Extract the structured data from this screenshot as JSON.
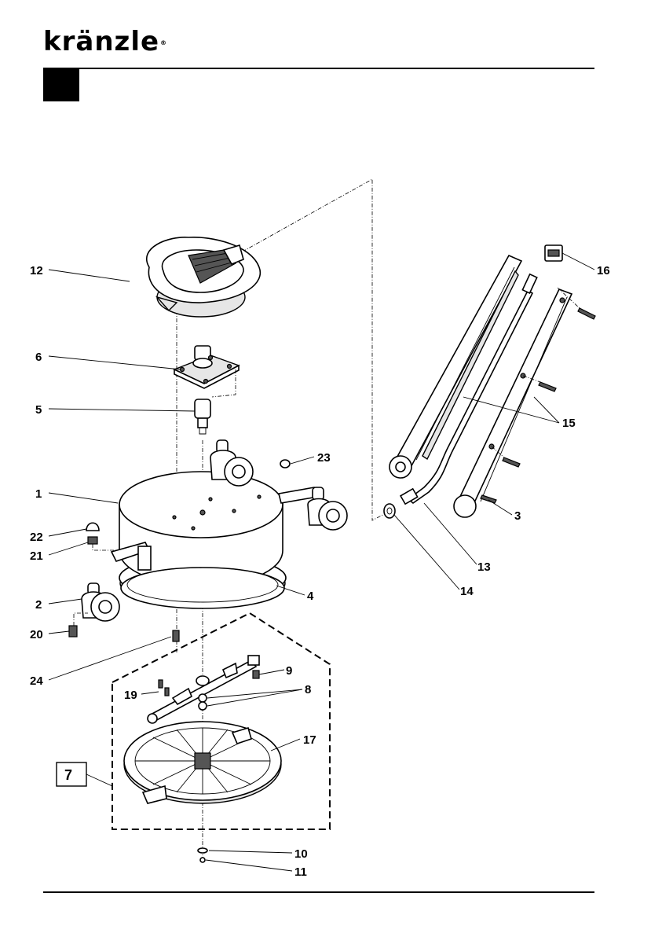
{
  "header": {
    "brand": "kränzle",
    "trademark": "®"
  },
  "callouts": [
    {
      "id": "c12",
      "label": "12"
    },
    {
      "id": "c6",
      "label": "6"
    },
    {
      "id": "c5",
      "label": "5"
    },
    {
      "id": "c1",
      "label": "1"
    },
    {
      "id": "c22",
      "label": "22"
    },
    {
      "id": "c21",
      "label": "21"
    },
    {
      "id": "c2",
      "label": "2"
    },
    {
      "id": "c20",
      "label": "20"
    },
    {
      "id": "c24",
      "label": "24"
    },
    {
      "id": "c19",
      "label": "19"
    },
    {
      "id": "c7",
      "label": "7"
    },
    {
      "id": "c23",
      "label": "23"
    },
    {
      "id": "c4",
      "label": "4"
    },
    {
      "id": "c9",
      "label": "9"
    },
    {
      "id": "c8",
      "label": "8"
    },
    {
      "id": "c17",
      "label": "17"
    },
    {
      "id": "c10",
      "label": "10"
    },
    {
      "id": "c11",
      "label": "11"
    },
    {
      "id": "c16",
      "label": "16"
    },
    {
      "id": "c15",
      "label": "15"
    },
    {
      "id": "c3",
      "label": "3"
    },
    {
      "id": "c13",
      "label": "13"
    },
    {
      "id": "c14",
      "label": "14"
    }
  ]
}
